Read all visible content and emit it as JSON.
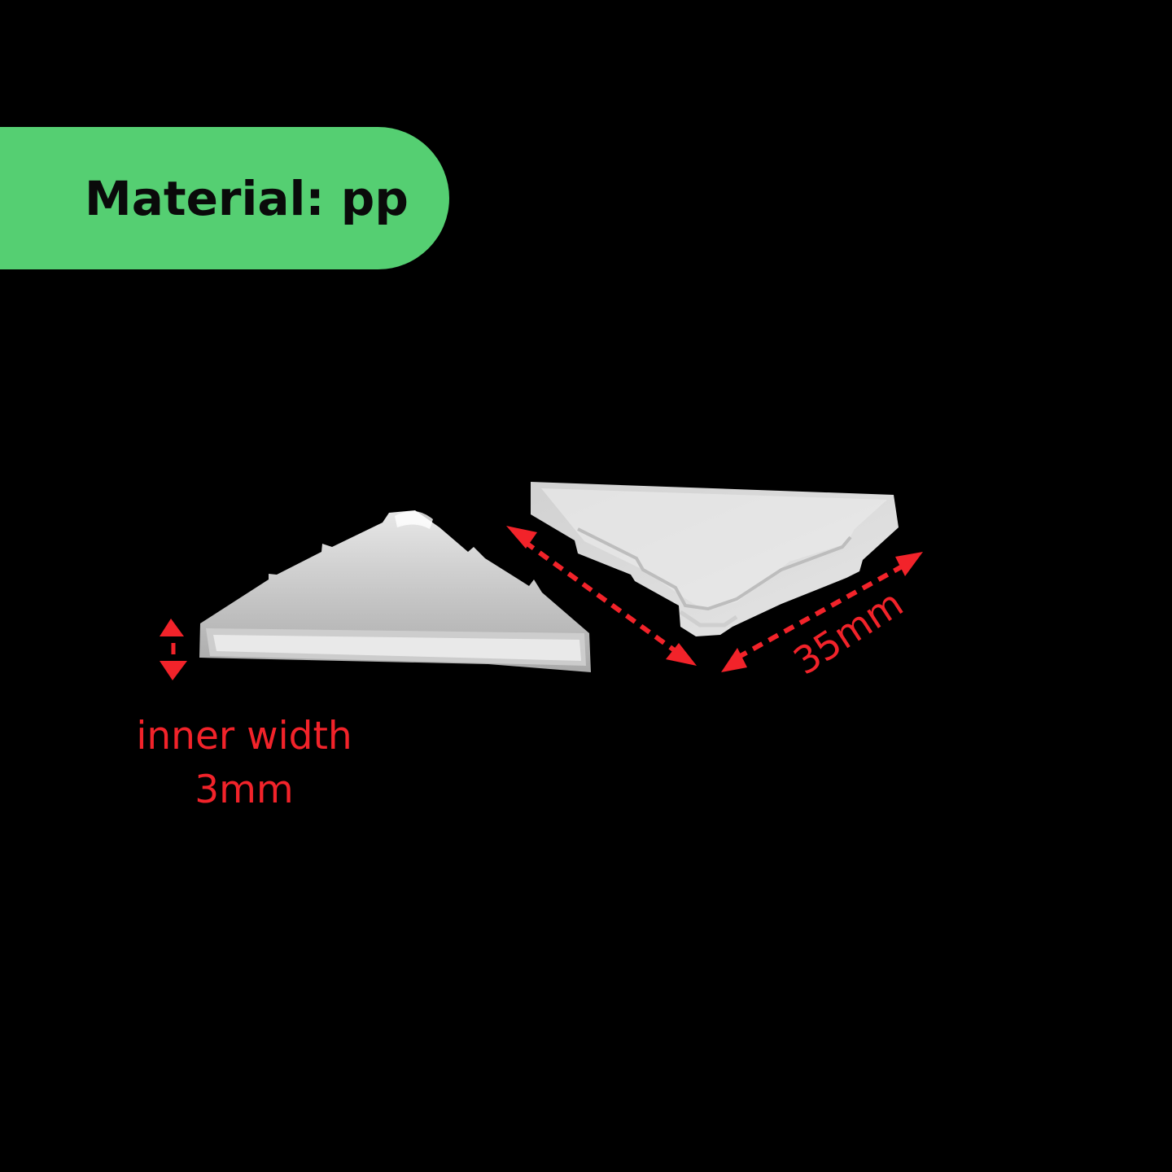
{
  "badge": {
    "text": "Material: pp",
    "color": "#55cf72"
  },
  "product": {
    "description_icon": "clear-triangular-corner-protector",
    "material_color": "#e6e6e6"
  },
  "annotations": {
    "inner_width_line1": "inner width",
    "inner_width_line2": "3mm",
    "length": "35mm",
    "color": "#f2232a"
  }
}
